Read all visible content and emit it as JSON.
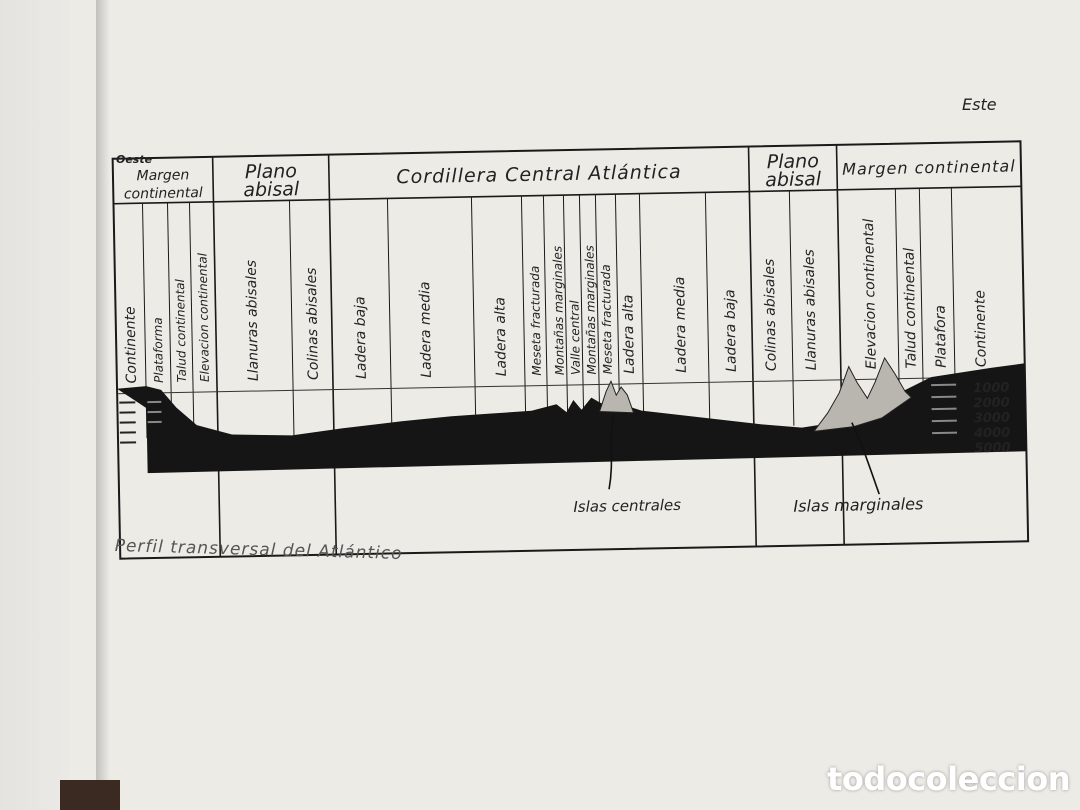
{
  "diagram": {
    "direction_west": "Oeste",
    "direction_east": "Este",
    "regions": [
      "Margen continental",
      "Plano abisal",
      "Cordillera Central Atlántica",
      "Plano abisal",
      "Margen continental"
    ],
    "features": [
      "Continente",
      "Plataforma",
      "Talud continental",
      "Elevacion continental",
      "Llanuras abisales",
      "Colinas abisales",
      "Ladera baja",
      "Ladera media",
      "Ladera alta",
      "Meseta fracturada",
      "Montañas marginales",
      "Valle central",
      "Montañas marginales",
      "Meseta fracturada",
      "Ladera alta",
      "Ladera media",
      "Ladera baja",
      "Colinas abisales",
      "Llanuras abisales",
      "Elevacion continental",
      "Talud continental",
      "Platafora",
      "Continente"
    ],
    "depth_labels": [
      "1000",
      "2000",
      "3000",
      "4000",
      "5000"
    ],
    "callout_central": "Islas centrales",
    "callout_marginal": "Islas marginales",
    "caption": "Perfil transversal del Atlántico"
  },
  "watermark": "todocoleccion"
}
